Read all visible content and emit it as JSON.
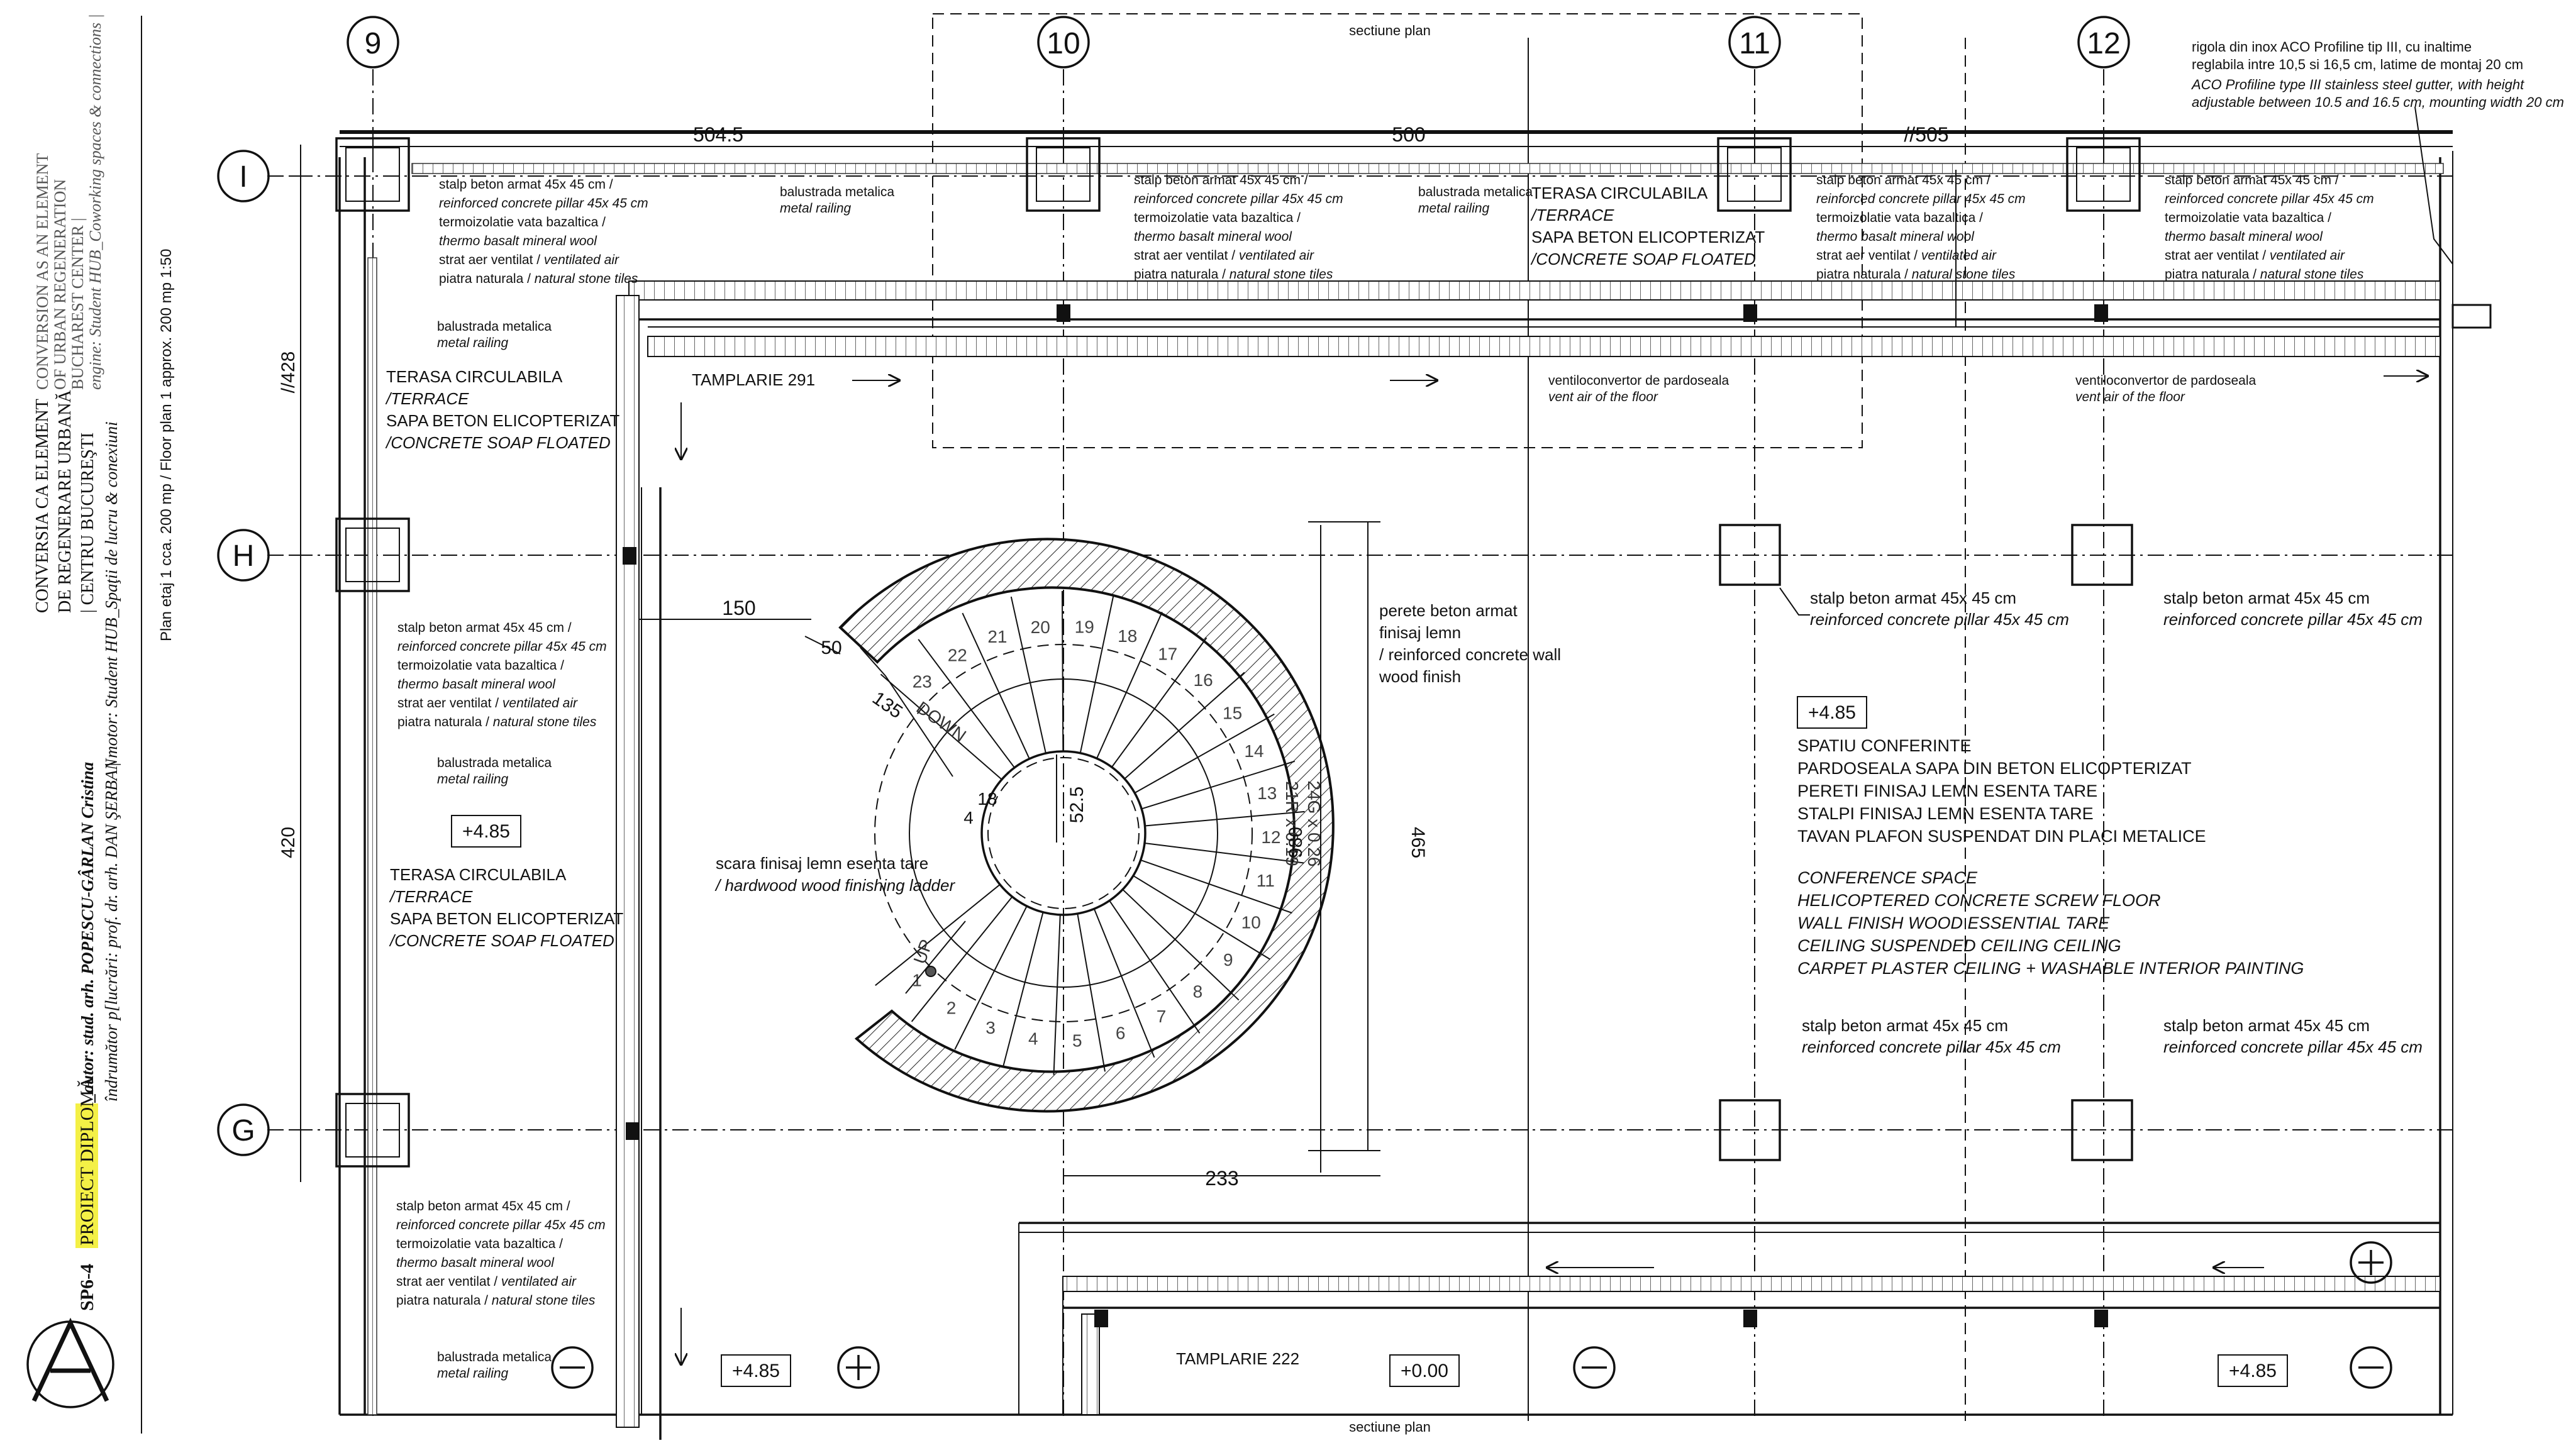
{
  "title_block": {
    "sheet_code": "SP6-4",
    "project_type": "PROIECT DIPLOMĂ",
    "author_line": "_autor: stud. arh. POPESCU-GÂRLAN Cristina",
    "coordinator_line": "îndrumător p[lucrări: prof. dr. arh. DAN ŞERBAN",
    "ro_title_1": "CONVERSIA CA ELEMENT",
    "ro_title_2": "DE REGENERARE URBANĂ",
    "ro_title_3": "| CENTRU BUCUREŞTI",
    "ro_motor": "| motor: Student HUB_Spaţii de lucru & conexiuni",
    "en_title_1": "CONVERSION AS AN ELEMENT",
    "en_title_2": "OF URBAN REGENERATION",
    "en_title_3": "BUCHAREST CENTER |",
    "en_engine": "engine: Student HUB_Coworking spaces & connections |",
    "plan_caption": "Plan etaj 1 cca. 200 mp / Floor plan 1 approx. 200 mp  1:50"
  },
  "grid": {
    "columns": [
      "9",
      "10",
      "11",
      "12"
    ],
    "rows": [
      "I",
      "H",
      "G"
    ]
  },
  "dimensions": {
    "d_9_10": "504.5",
    "d_10_11": "500",
    "d_11_12": "//505",
    "d_I_H": "//428",
    "d_H_G": "420",
    "d_150": "150",
    "d_50": "50",
    "d_135": "135",
    "d_18": "18",
    "d_4": "4",
    "d_52_5": "52.5",
    "d_980": "980",
    "d_465": "465",
    "d_233": "233",
    "stair_rise": "21R x 0.19",
    "stair_going": "24G x 0.26"
  },
  "section_marks": {
    "top": "sectiune plan",
    "bottom": "sectiune plan"
  },
  "gutter_note": {
    "ro1": "rigola din inox ACO Profiline tip III, cu inaltime",
    "ro2": "reglabila intre 10,5 si 16,5 cm, latime de montaj 20 cm",
    "en1": "ACO Profiline type III stainless steel gutter, with height",
    "en2": "adjustable between 10.5 and 16.5 cm, mounting width 20 cm"
  },
  "pillar_note": {
    "l1": "stalp beton armat 45x 45 cm /",
    "l2": "reinforced concrete pillar 45x 45 cm",
    "l3": "termoizolatie vata bazaltica /",
    "l4": "thermo basalt mineral wool",
    "l5": "strat aer ventilat / ",
    "l5b": "ventilated air",
    "l6": "piatra naturala / ",
    "l6b": "natural stone tiles"
  },
  "pillar_short": {
    "ro": "stalp beton armat 45x 45 cm",
    "en": "reinforced concrete pillar 45x 45 cm"
  },
  "railing": {
    "ro": "balustrada metalica",
    "en": "metal railing"
  },
  "terrace": {
    "l1": "TERASA CIRCULABILA",
    "l2": "/TERRACE",
    "l3": "SAPA BETON ELICOPTERIZAT",
    "l4": "/CONCRETE SOAP FLOATED"
  },
  "vent": {
    "ro": "ventiloconvertor de pardoseala",
    "en": "vent air of the floor"
  },
  "joinery": {
    "top": "TAMPLARIE 291",
    "bottom": "TAMPLARIE 222"
  },
  "wall_note": {
    "l1": "perete beton armat",
    "l2": "finisaj lemn",
    "l3": "/ reinforced concrete wall",
    "l4": "wood finish"
  },
  "stair_note": {
    "ro": "scara finisaj lemn esenta tare",
    "en": "/ hardwood wood finishing ladder",
    "down": "DOWN",
    "up": "UP",
    "steps": [
      "1",
      "2",
      "3",
      "4",
      "5",
      "6",
      "7",
      "8",
      "9",
      "10",
      "11",
      "12",
      "13",
      "14",
      "15",
      "16",
      "17",
      "18",
      "19",
      "20",
      "21",
      "22",
      "23"
    ]
  },
  "levels": {
    "l_plus_485": "+4.85",
    "l_zero": "+0.00"
  },
  "conference": {
    "ro1": "SPATIU CONFERINTE",
    "ro2": "PARDOSEALA SAPA DIN BETON ELICOPTERIZAT",
    "ro3": "PERETI FINISAJ LEMN ESENTA TARE",
    "ro4": "STALPI FINISAJ LEMN ESENTA TARE",
    "ro5": "TAVAN PLAFON SUSPENDAT DIN PLACI METALICE",
    "en1": "CONFERENCE SPACE",
    "en2": "HELICOPTERED CONCRETE SCREW FLOOR",
    "en3": "WALL FINISH WOOD ESSENTIAL TARE",
    "en4": "CEILING SUSPENDED CEILING CEILING",
    "en5": "CARPET PLASTER CEILING + WASHABLE INTERIOR PAINTING"
  }
}
